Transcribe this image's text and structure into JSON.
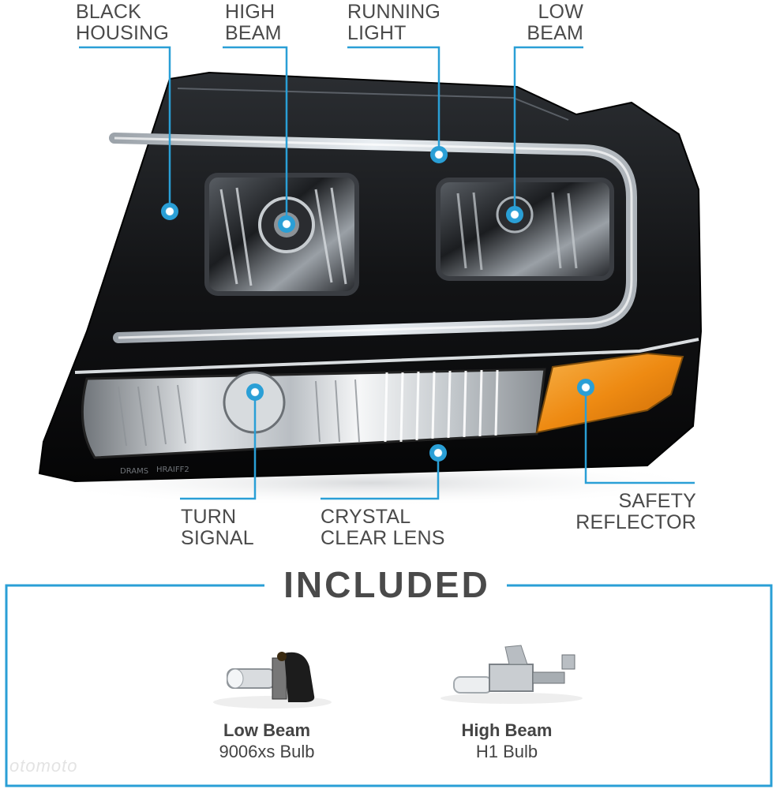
{
  "callouts": {
    "black_housing": [
      "BLACK",
      "HOUSING"
    ],
    "high_beam": [
      "HIGH",
      "BEAM"
    ],
    "running_light": [
      "RUNNING",
      "LIGHT"
    ],
    "low_beam": [
      "LOW",
      "BEAM"
    ],
    "turn_signal": [
      "TURN",
      "SIGNAL"
    ],
    "crystal_clear_lens": [
      "CRYSTAL",
      "CLEAR LENS"
    ],
    "safety_reflector": [
      "SAFETY",
      "REFLECTOR"
    ]
  },
  "included": {
    "title": "INCLUDED",
    "low_beam": {
      "name": "Low Beam",
      "bulb": "9006xs Bulb"
    },
    "high_beam": {
      "name": "High Beam",
      "bulb": "H1 Bulb"
    }
  },
  "lamp_markings": [
    "DRAMS",
    "HRAIFF2"
  ],
  "watermark": "otomoto",
  "colors": {
    "accent": "#2a9fd6",
    "housing": "#111111",
    "amber": "#f0961e",
    "label": "#4a4a4a"
  }
}
